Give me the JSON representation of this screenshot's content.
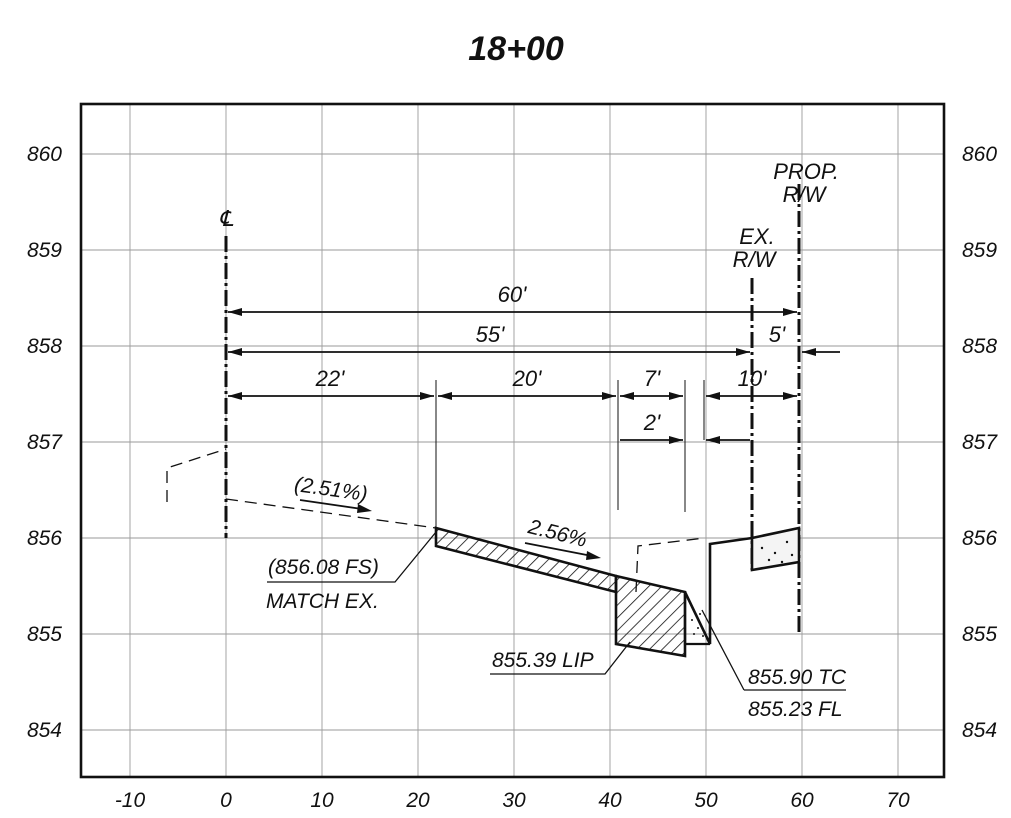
{
  "title": "18+00",
  "axes": {
    "x_ticks": [
      "-10",
      "0",
      "10",
      "20",
      "30",
      "40",
      "50",
      "60",
      "70"
    ],
    "y_ticks": [
      "860",
      "859",
      "858",
      "857",
      "856",
      "855",
      "854"
    ]
  },
  "markers": {
    "centerline": "℄",
    "prop_rw_line1": "PROP.",
    "prop_rw_line2": "R/W",
    "ex_rw_line1": "EX.",
    "ex_rw_line2": "R/W"
  },
  "dimensions": {
    "d60": "60'",
    "d55": "55'",
    "d5": "5'",
    "d22": "22'",
    "d20": "20'",
    "d7": "7'",
    "d10": "10'",
    "d2": "2'"
  },
  "slopes": {
    "existing": "(2.51%)",
    "proposed": "2.56%"
  },
  "annotations": {
    "match_line1": "(856.08 FS)",
    "match_line2": "MATCH EX.",
    "lip": "855.39 LIP",
    "tc": "855.90 TC",
    "fl": "855.23 FL"
  }
}
